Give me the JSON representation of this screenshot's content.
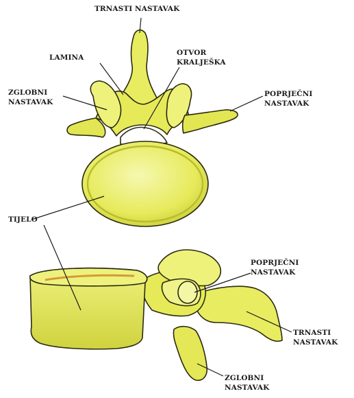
{
  "figure": {
    "palette": {
      "bone": "#e8ec60",
      "bone_light": "#f3f6a4",
      "bone_dark": "#b8bd2c",
      "outline": "#2a2a10",
      "accent": "#d49a3a",
      "leader": "#1a1a1a"
    },
    "labels": {
      "trnasti_top": "TRNASTI NASTAVAK",
      "lamina": "LAMINA",
      "otvor_line1": "OTVOR",
      "otvor_line2": "KRALJEŠKA",
      "zglobni_top_line1": "ZGLOBNI",
      "zglobni_top_line2": "NASTAVAK",
      "poprjecni_top_line1": "POPRJEČNI",
      "poprjecni_top_line2": "NASTAVAK",
      "tijelo": "TIJELO",
      "poprjecni_bottom_line1": "POPRJEČNI",
      "poprjecni_bottom_line2": "NASTAVAK",
      "trnasti_bottom_line1": "TRNASTI",
      "trnasti_bottom_line2": "NASTAVAK",
      "zglobni_bottom_line1": "ZGLOBNI",
      "zglobni_bottom_line2": "NASTAVAK"
    }
  }
}
